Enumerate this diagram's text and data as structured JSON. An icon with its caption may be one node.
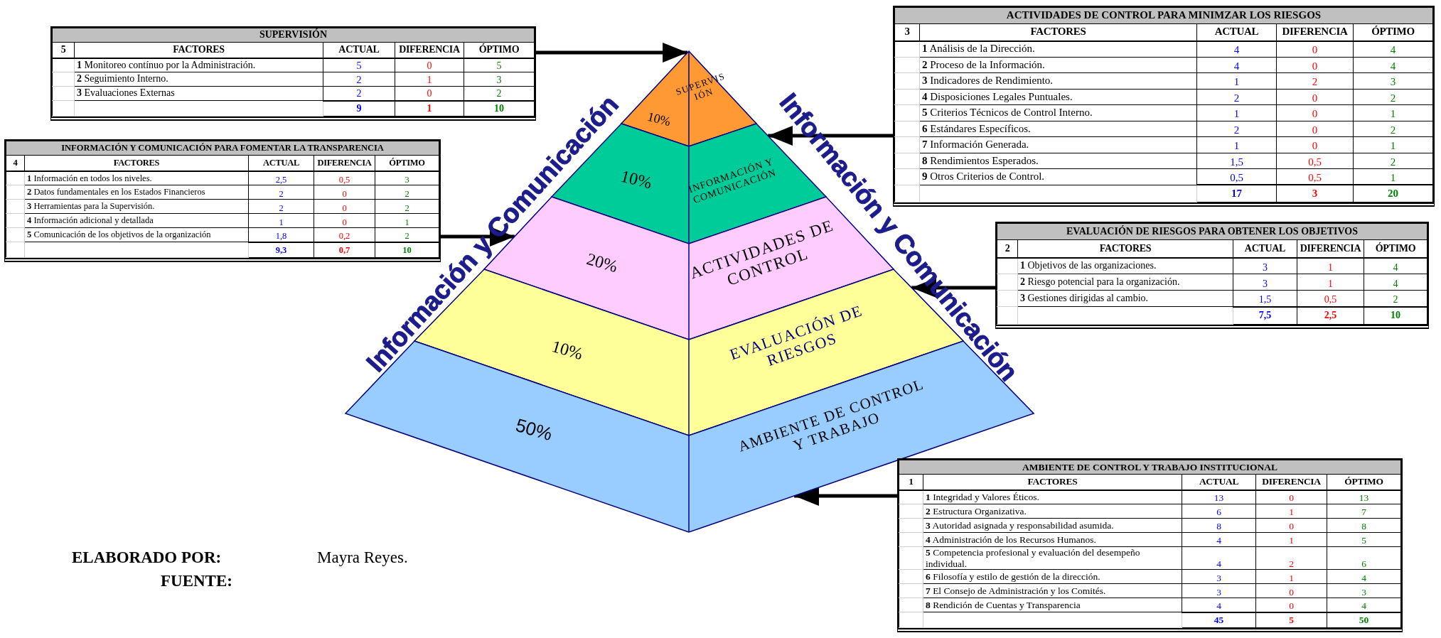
{
  "diagram": {
    "nodes": [
      {
        "text": [
          "10%",
          "SUPERVISIÓN"
        ]
      },
      {
        "text": [
          "10%",
          "INFORMACIÓN Y COMUNICACIÓN"
        ]
      },
      {
        "text": [
          "20%",
          "ACTIVIDADES DE CONTROL"
        ]
      },
      {
        "text": [
          "10%",
          "EVALUACIÓN DE RIESGOS"
        ]
      },
      {
        "text": [
          "50%",
          "AMBIENTE DE CONTROL Y TRABAJO"
        ]
      },
      {
        "text": [
          "SUPERVISIÓN",
          "5",
          "FACTORES",
          "ACTUAL",
          "DIFERENCIA",
          "ÓPTIMO",
          "**1** Monitoreo contínuo por la Administración.",
          "5",
          "0",
          "5",
          "**2** Seguimiento Interno.",
          "2",
          "1",
          "3",
          "**3** Evaluaciones Externas",
          "2",
          "0",
          "2",
          "9",
          "1",
          "10"
        ]
      },
      {
        "text": [
          "INFORMACIÓN Y COMUNICACIÓN PARA FOMENTAR LA TRANSPARENCIA",
          "4",
          "FACTORES",
          "ACTUAL",
          "DIFERENCIA",
          "ÓPTIMO",
          "**1** Información en todos los niveles.",
          "2,5",
          "0,5",
          "3",
          "**2** Datos fundamentales en los Estados Financieros",
          "2",
          "0",
          "2",
          "**3** Herramientas para la Supervisión.",
          "2",
          "0",
          "2",
          "**4** Información adicional y detallada",
          "1",
          "0",
          "1",
          "**5** Comunicación de los objetivos de la organización",
          "1,8",
          "0,2",
          "2",
          "9,3",
          "0,7",
          "10"
        ]
      },
      {
        "text": [
          "ACTIVIDADES DE CONTROL PARA MINIMZAR LOS RIESGOS",
          "3",
          "FACTORES",
          "ACTUAL",
          "DIFERENCIA",
          "ÓPTIMO",
          "**1** Análisis de la Dirección.",
          "4",
          "0",
          "4",
          "**2** Proceso de la Información.",
          "4",
          "0",
          "4",
          "**3** Indicadores de Rendimiento.",
          "1",
          "2",
          "3",
          "**4** Disposiciones Legales Puntuales.",
          "2",
          "0",
          "2",
          "**5** Criterios Técnicos de Control Interno.",
          "1",
          "0",
          "1",
          "**6** Estándares Específicos.",
          "2",
          "0",
          "2",
          "**7** Información Generada.",
          "1",
          "0",
          "1",
          "**8** Rendimientos Esperados.",
          "1,5",
          "0,5",
          "2",
          "**9** Otros Criterios de Control.",
          "0,5",
          "0,5",
          "1",
          "17",
          "3",
          "20"
        ]
      },
      {
        "text": [
          "EVALUACIÓN DE RIESGOS PARA OBTENER LOS OBJETIVOS",
          "2",
          "FACTORES",
          "ACTUAL",
          "DIFERENCIA",
          "ÓPTIMO",
          "**1** Objetivos de las organizaciones.",
          "3",
          "1",
          "4",
          "**2** Riesgo potencial para la organización.",
          "3",
          "1",
          "4",
          "**3** Gestiones dirigidas al cambio.",
          "1,5",
          "0,5",
          "2",
          "7,5",
          "2,5",
          "10"
        ]
      },
      {
        "text": [
          "AMBIENTE DE CONTROL Y TRABAJO INSTITUCIONAL",
          "1",
          "FACTORES",
          "ACTUAL",
          "DIFERENCIA",
          "ÓPTIMO",
          "**1** Integridad y Valores Éticos.",
          "13",
          "0",
          "13",
          "**2** Estructura Organizativa.",
          "6",
          "1",
          "7",
          "**3** Autoridad asignada y responsabilidad asumida.",
          "8",
          "0",
          "8",
          "**4** Administración de los Recursos Humanos.",
          "4",
          "1",
          "5",
          "**5** Competencia profesional y evaluación del desempeño individual.",
          "4",
          "2",
          "6",
          "**6** Filosofía y estilo de gestión de la dirección.",
          "3",
          "1",
          "4",
          "**7** El Consejo de Administración y los Comités.",
          "3",
          "0",
          "3",
          "**8** Rendición de Cuentas y Transparencia",
          "4",
          "0",
          "4",
          "45",
          "5",
          "50"
        ]
      }
    ],
    "edges": [
      {
        "from": 5,
        "to": 0,
        "arrow": "to"
      },
      {
        "from": 6,
        "to": 2,
        "arrow": "to"
      },
      {
        "from": 7,
        "to": 1,
        "arrow": "to"
      },
      {
        "from": 8,
        "to": 3,
        "arrow": "to"
      },
      {
        "from": 9,
        "to": 4,
        "arrow": "to"
      }
    ],
    "labels": [
      "Información y Comunicación",
      "Información y Comunicación",
      "ELABORADO POR:",
      "Mayra Reyes.",
      "FUENTE:"
    ]
  }
}
